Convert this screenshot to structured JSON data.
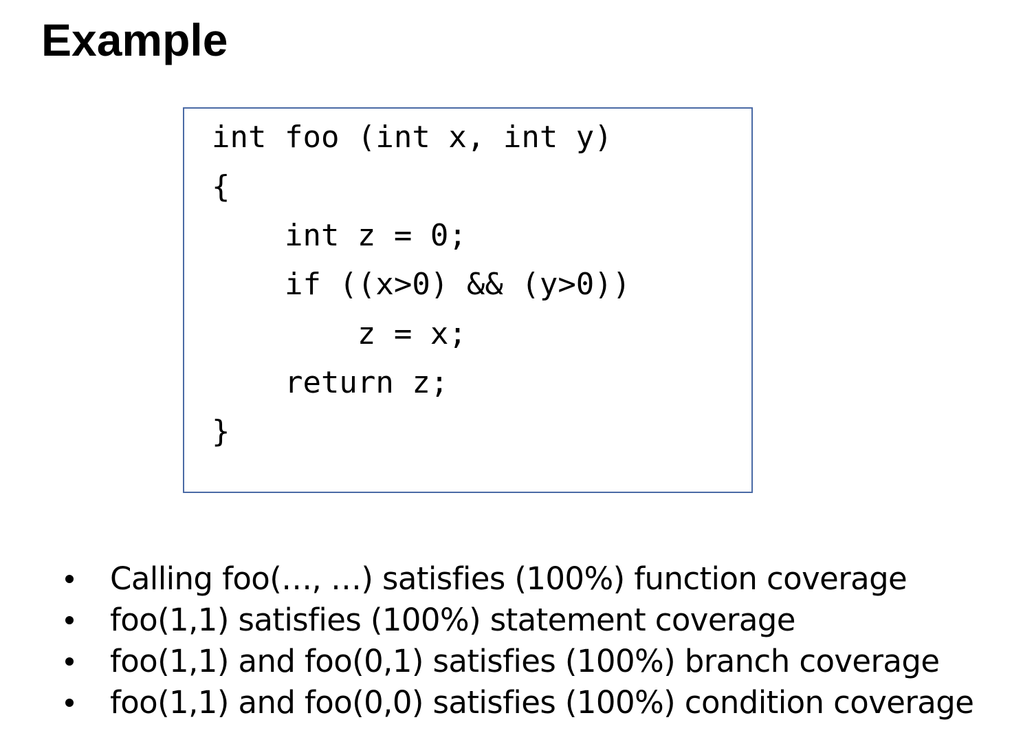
{
  "title": "Example",
  "code_lines": [
    "int foo (int x, int y)",
    "{",
    "    int z = 0;",
    "    if ((x>0) && (y>0))",
    "        z = x;",
    "    return z;",
    "}"
  ],
  "bullets": [
    "Calling foo(…, …) satisfies (100%) function coverage",
    "foo(1,1) satisfies (100%) statement coverage",
    "foo(1,1) and foo(0,1) satisfies (100%) branch coverage",
    "foo(1,1) and foo(0,0) satisfies (100%) condition coverage"
  ],
  "colors": {
    "code_box_border": "#4a6aa5",
    "text": "#000000",
    "background": "#ffffff"
  }
}
